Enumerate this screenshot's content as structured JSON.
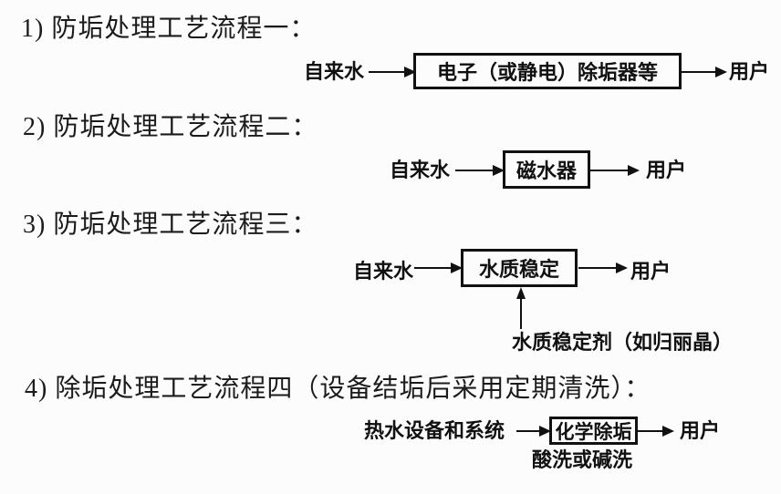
{
  "page": {
    "background": "#fcfcfc",
    "ink_color": "#111111",
    "language": "zh-CN",
    "kind": "process-flow-diagrams"
  },
  "sections": [
    {
      "heading": "1) 防垢处理工艺流程一：",
      "flow": {
        "source": "自来水",
        "box": "电子（或静电）除垢器等",
        "target": "用户"
      }
    },
    {
      "heading": "2) 防垢处理工艺流程二：",
      "flow": {
        "source": "自来水",
        "box": "磁水器",
        "target": "用户"
      }
    },
    {
      "heading": "3) 防垢处理工艺流程三：",
      "flow": {
        "source": "自来水",
        "box": "水质稳定",
        "target": "用户",
        "bottom_input": "水质稳定剂（如归丽晶）"
      }
    },
    {
      "heading": "4) 除垢处理工艺流程四（设备结垢后采用定期清洗）：",
      "flow": {
        "source": "热水设备和系统",
        "box": "化学除垢",
        "target": "用户",
        "below_box": "酸洗或碱洗"
      }
    }
  ]
}
